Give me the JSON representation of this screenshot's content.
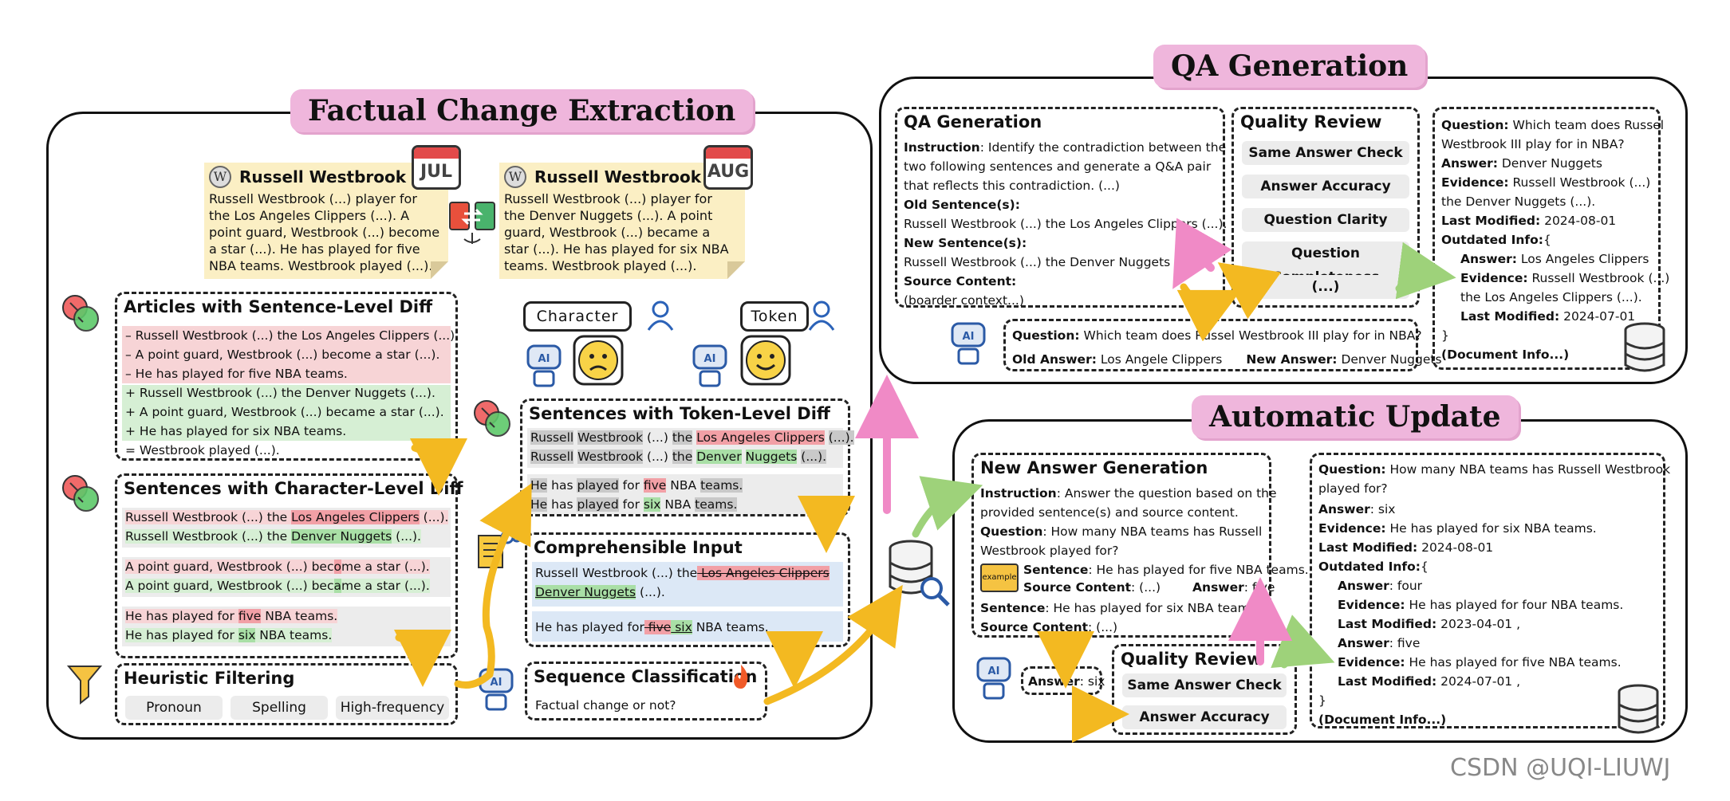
{
  "titles": {
    "fce": "Factual Change Extraction",
    "qa": "QA Generation",
    "au": "Automatic Update"
  },
  "calendar": {
    "jul": "JUL",
    "aug": "AUG"
  },
  "wiki_left": {
    "title": "Russell Westbrook",
    "lines": [
      "Russell Westbrook (...) player for",
      "the Los Angeles Clippers (...). A",
      "point guard, Westbrook (...) become",
      "a star (...). He has played for five",
      "NBA teams. Westbrook played (...)."
    ]
  },
  "wiki_right": {
    "title": "Russell Westbrook",
    "lines": [
      "Russell Westbrook (...) player for",
      "the Denver Nuggets (...). A point",
      "guard, Westbrook (...) became a",
      "star (...). He has played for six NBA",
      "teams. Westbrook played (...)."
    ]
  },
  "sentence_diff": {
    "title": "Articles with Sentence-Level Diff",
    "lines": [
      "– Russell Westbrook (...) the Los Angeles Clippers (...).",
      "– A point guard, Westbrook (...) become a star (...).",
      "– He has played for five NBA teams.",
      "+ Russell Westbrook (...) the Denver Nuggets (...).",
      "+ A point guard, Westbrook (...) became a star (...).",
      "+ He has played for six NBA teams.",
      "= Westbrook played (...)."
    ]
  },
  "char_diff": {
    "title": "Sentences with Character-Level Diff",
    "l1a": "Russell Westbrook (...) the ",
    "l1b": "Los Angeles Clippers",
    "l1c": " (...).",
    "l2a": "Russell Westbrook (...) the ",
    "l2b": "Denver Nuggets",
    "l2c": " (...).",
    "l3a": "A point guard, Westbrook (...) bec",
    "l3b": "o",
    "l3c": "me a star (...).",
    "l4a": "A point guard, Westbrook (...) bec",
    "l4b": "a",
    "l4c": "me a star (...).",
    "l5a": "He has played for ",
    "l5b": "five",
    "l5c": " NBA teams.",
    "l6a": "He has played for ",
    "l6b": "six",
    "l6c": " NBA teams."
  },
  "heuristic": {
    "title": "Heuristic Filtering",
    "chips": [
      "Pronoun",
      "Spelling",
      "High-frequency"
    ]
  },
  "labels": {
    "character": "Character",
    "token": "Token",
    "ai": "AI"
  },
  "token_diff": {
    "title": "Sentences with Token-Level Diff",
    "r1": [
      "Russell",
      "Westbrook",
      "(...)",
      "the",
      "Los Angeles Clippers",
      "(...)."
    ],
    "r2": [
      "Russell",
      "Westbrook",
      "(...)",
      "the",
      "Denver",
      "Nuggets",
      "(...)."
    ],
    "r3": [
      "He",
      "has",
      "played",
      "for",
      "five",
      "NBA",
      "teams."
    ],
    "r4": [
      "He",
      "has",
      "played",
      "for",
      "six",
      "NBA",
      "teams."
    ]
  },
  "comprehensible": {
    "title": "Comprehensible Input",
    "l1a": "Russell Westbrook (...) the",
    "l1b": " Los Angeles Clippers",
    "l2a": " Denver Nuggets",
    "l2b": " (...).",
    "l3a": "He has played for",
    "l3b": " five",
    "l3c": " six",
    "l3d": " NBA teams."
  },
  "seqclass": {
    "title": "Sequence Classification",
    "text": "Factual change or not?"
  },
  "qa_gen": {
    "title": "QA Generation",
    "instr_k": "Instruction",
    "instr_v": ": Identify the contradiction between the",
    "instr_2": "two following sentences and generate a Q&A pair",
    "instr_3": "that reflects this contradiction. (...)",
    "old_k": "Old Sentence(s)",
    "old_v": "Russell Westbrook (...) the Los Angeles Clippers (...).",
    "new_k": "New Sentence(s)",
    "new_v": "Russell Westbrook (...) the Denver Nuggets (...).",
    "src_k": "Source Content",
    "src_v": "(boarder context...)"
  },
  "quality_qa": {
    "title": "Quality Review",
    "chips": [
      "Same Answer Check",
      "Answer Accuracy",
      "Question Clarity",
      "Question Completeness",
      "(...)"
    ]
  },
  "qa_result": {
    "q_k": "Question:",
    "q_v": " Which team does Russel Westbrook III play for in NBA?",
    "oa_k": "Old Answer:",
    "oa_v": " Los Angele Clippers",
    "na_k": "New Answer:",
    "na_v": " Denver Nuggets"
  },
  "qa_doc": {
    "q_k": "Question:",
    "q_v1": " Which team does Russel",
    "q_v2": "Westbrook III play for in NBA?",
    "a_k": "Answer:",
    "a_v": " Denver Nuggets",
    "e_k": "Evidence:",
    "e_v1": " Russell Westbrook (...)",
    "e_v2": "the Denver Nuggets (...).",
    "lm_k": "Last Modified:",
    "lm_v": " 2024-08-01",
    "oi_k": "Outdated Info:",
    "oi_v": "{",
    "oa_k": "Answer:",
    "oa_v": " Los Angeles Clippers",
    "oe_k": "Evidence:",
    "oe_v1": " Russell Westbrook (...)",
    "oe_v2": "the Los Angeles Clippers (...).",
    "olm_k": "Last Modified:",
    "olm_v": " 2024-07-01",
    "close": "}",
    "doc": "(Document Info...)"
  },
  "new_answer": {
    "title": "New Answer Generation",
    "instr_k": "Instruction",
    "instr_v": ": Answer the question based on the",
    "instr_2": "provided sentence(s) and source content.",
    "q_k": "Question",
    "q_v": ": How many NBA teams has Russell",
    "q_2": "Westbrook played for?",
    "ex_label": "example",
    "ex_s_k": "Sentence",
    "ex_s_v": ": He has played for five NBA teams.",
    "ex_c_k": "Source Content",
    "ex_c_v": ": (...)",
    "ex_a_k": "Answer",
    "ex_a_v": ": five",
    "s_k": "Sentence",
    "s_v": ": He has played for six NBA teams.",
    "c_k": "Source Content",
    "c_v": ": (...)"
  },
  "au_answer": {
    "k": "Answer",
    "v": ": six"
  },
  "quality_au": {
    "title": "Quality Review",
    "chips": [
      "Same Answer Check",
      "Answer Accuracy"
    ]
  },
  "au_doc": {
    "q_k": "Question:",
    "q_v1": " How many NBA teams has Russell Westbrook",
    "q_v2": "played for?",
    "a_k": "Answer",
    "a_v": ": six",
    "e_k": "Evidence:",
    "e_v": " He has played for six NBA teams.",
    "lm_k": "Last Modified:",
    "lm_v": " 2024-08-01",
    "oi_k": "Outdated Info:",
    "oi_v": "{",
    "a1_k": "Answer",
    "a1_v": ": four",
    "e1_k": "Evidence:",
    "e1_v": " He has played for four NBA teams.",
    "lm1_k": "Last Modified:",
    "lm1_v": " 2023-04-01 ,",
    "a2_k": "Answer",
    "a2_v": ": five",
    "e2_k": "Evidence:",
    "e2_v": " He has played for five NBA teams.",
    "lm2_k": "Last Modified:",
    "lm2_v": " 2024-07-01 ,",
    "close": "}",
    "doc": "(Document Info...)"
  },
  "watermark": "CSDN @UQI-LIUWJ"
}
